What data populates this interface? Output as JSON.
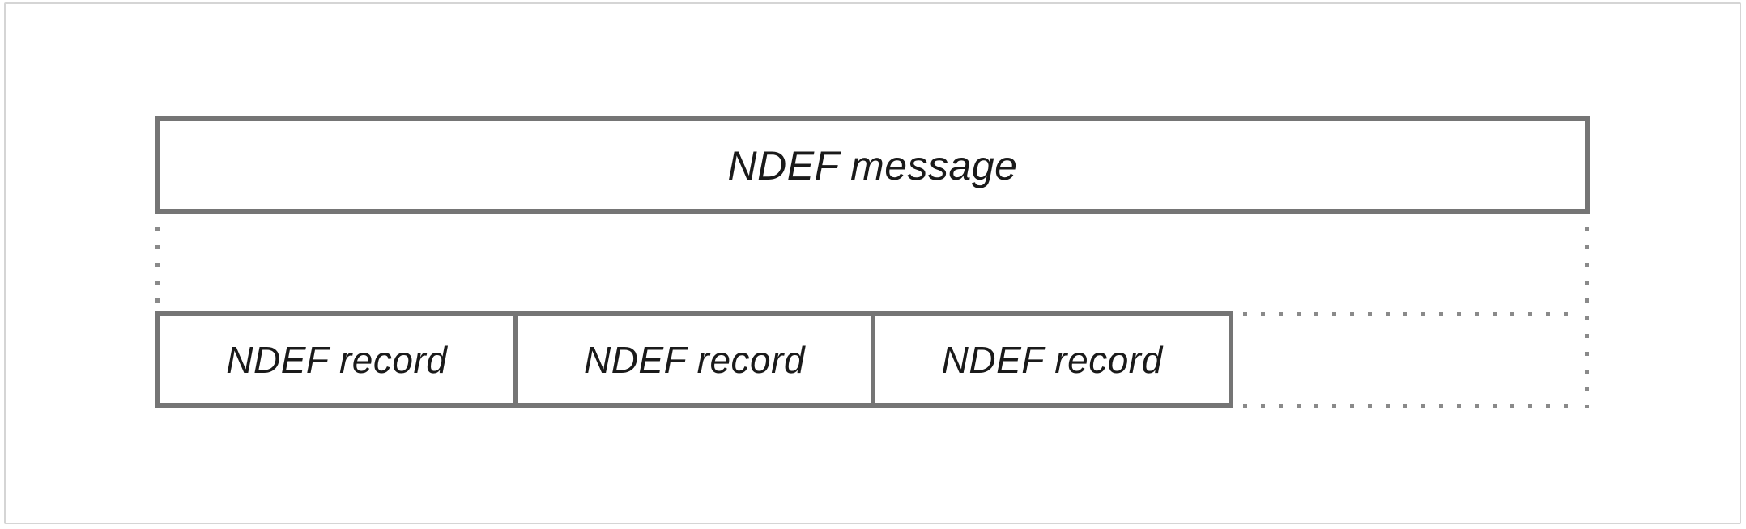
{
  "diagram": {
    "message": {
      "label": "NDEF message"
    },
    "records": [
      {
        "label": "NDEF record"
      },
      {
        "label": "NDEF record"
      },
      {
        "label": "NDEF record"
      }
    ],
    "colors": {
      "bg-color": "#ffffff",
      "frame-color": "#d5d5d5",
      "box-border-color": "#757575",
      "dot-color": "#8a8a8a",
      "text-color": "#1a1a1a"
    }
  }
}
